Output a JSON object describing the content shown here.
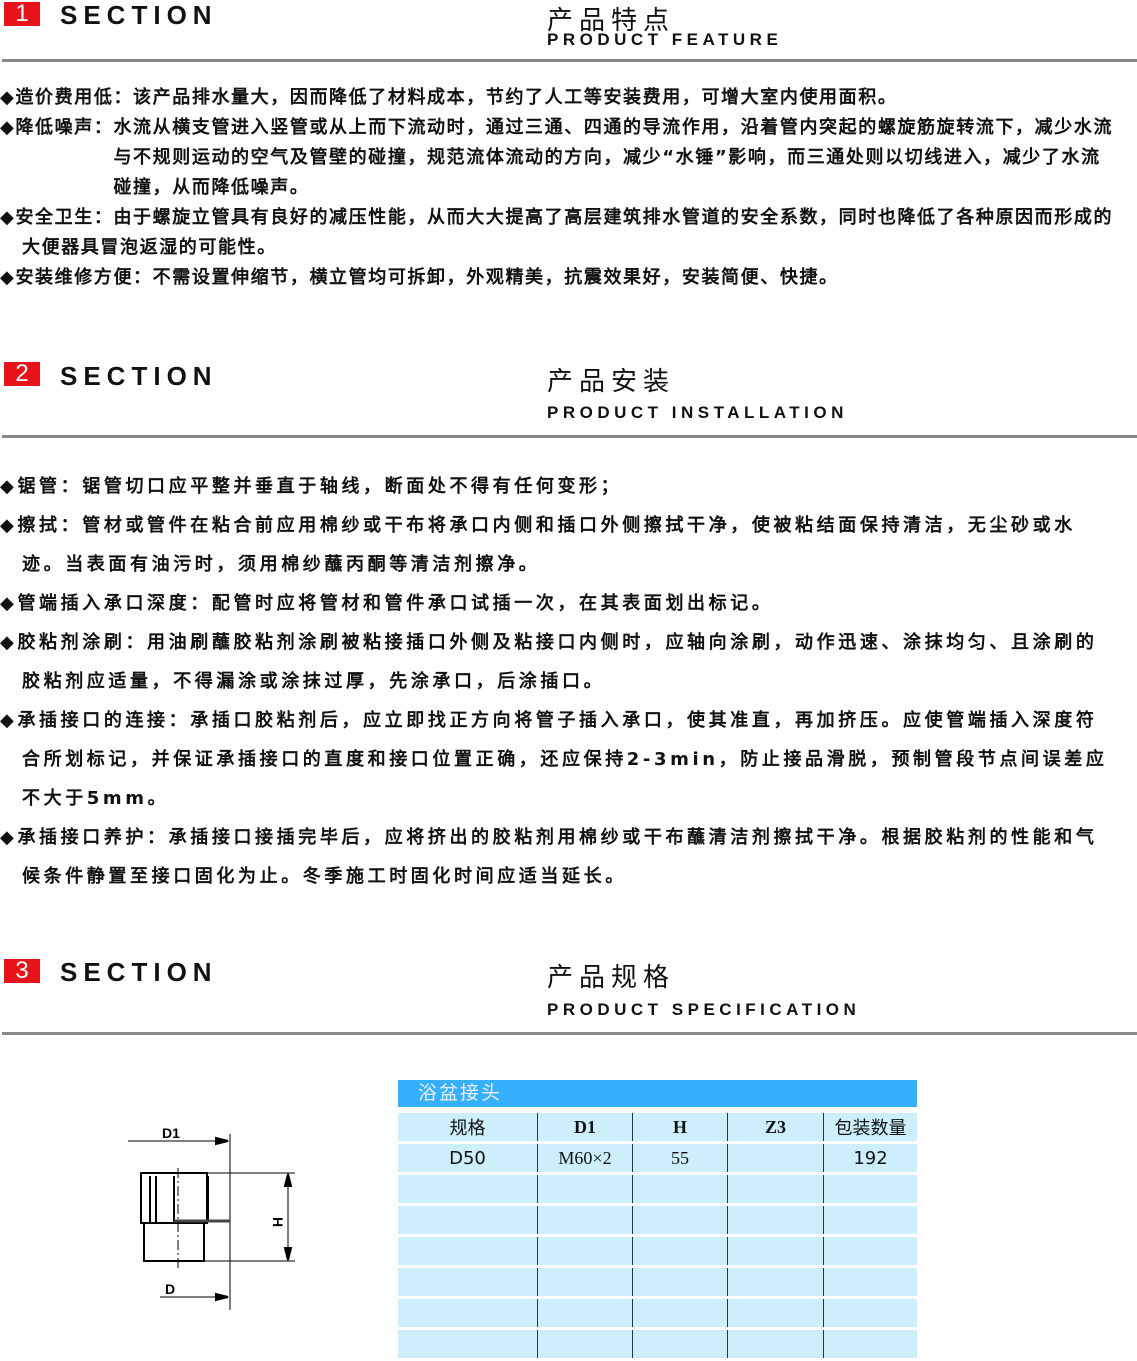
{
  "sections": [
    {
      "num": "1",
      "label": "SECTION",
      "cn": "产品特点",
      "en": "PRODUCT FEATURE"
    },
    {
      "num": "2",
      "label": "SECTION",
      "cn": "产品安装",
      "en": "PRODUCT INSTALLATION"
    },
    {
      "num": "3",
      "label": "SECTION",
      "cn": "产品规格",
      "en": "PRODUCT SPECIFICATION"
    }
  ],
  "features": [
    {
      "label": "◆造价费用低：",
      "text": "该产品排水量大，因而降低了材料成本，节约了人工等安装费用，可增大室内使用面积。"
    },
    {
      "label": "◆降低噪声：",
      "text": "水流从横支管进入竖管或从上而下流动时，通过三通、四通的导流作用，沿着管内突起的螺旋筋旋转流下，减少水流与不规则运动的空气及管壁的碰撞，规范流体流动的方向，减少“水锤”影响，而三通处则以切线进入，减少了水流碰撞，从而降低噪声。"
    },
    {
      "label": "◆安全卫生：",
      "text": "由于螺旋立管具有良好的减压性能，从而大大提高了高层建筑排水管道的安全系数，同时也降低了各种原因而形成的大便器具冒泡返湿的可能性。"
    },
    {
      "label": "◆安装维修方便：",
      "text": "不需设置伸缩节，横立管均可拆卸，外观精美，抗震效果好，安装简便、快捷。"
    }
  ],
  "installation": [
    {
      "label": "◆锯管：",
      "text": "锯管切口应平整并垂直于轴线，断面处不得有任何变形；"
    },
    {
      "label": "◆擦拭：",
      "text": "管材或管件在粘合前应用棉纱或干布将承口内侧和插口外侧擦拭干净，使被粘结面保持清洁，无尘砂或水迹。当表面有油污时，须用棉纱蘸丙酮等清洁剂擦净。"
    },
    {
      "label": "◆管端插入承口深度：",
      "text": "配管时应将管材和管件承口试插一次，在其表面划出标记。"
    },
    {
      "label": "◆胶粘剂涂刷：",
      "text": "用油刷蘸胶粘剂涂刷被粘接插口外侧及粘接口内侧时，应轴向涂刷，动作迅速、涂抹均匀、且涂刷的胶粘剂应适量，不得漏涂或涂抹过厚，先涂承口，后涂插口。"
    },
    {
      "label": "◆承插接口的连接：",
      "text": "承插口胶粘剂后，应立即找正方向将管子插入承口，使其准直，再加挤压。应使管端插入深度符合所划标记，并保证承插接口的直度和接口位置正确，还应保持2-3min，防止接品滑脱，预制管段节点间误差应不大于5mm。"
    },
    {
      "label": "◆承插接口养护：",
      "text": "承插接口接插完毕后，应将挤出的胶粘剂用棉纱或干布蘸清洁剂擦拭干净。根据胶粘剂的性能和气候条件静置至接口固化为止。冬季施工时固化时间应适当延长。"
    }
  ],
  "spec": {
    "title": "浴盆接头",
    "headers": [
      "规格",
      "D1",
      "H",
      "Z3",
      "包装数量"
    ],
    "rows": [
      [
        "D50",
        "M60×2",
        "55",
        "",
        "192"
      ]
    ],
    "drawing_labels": {
      "d1": "D1",
      "h": "H",
      "d": "D"
    }
  }
}
